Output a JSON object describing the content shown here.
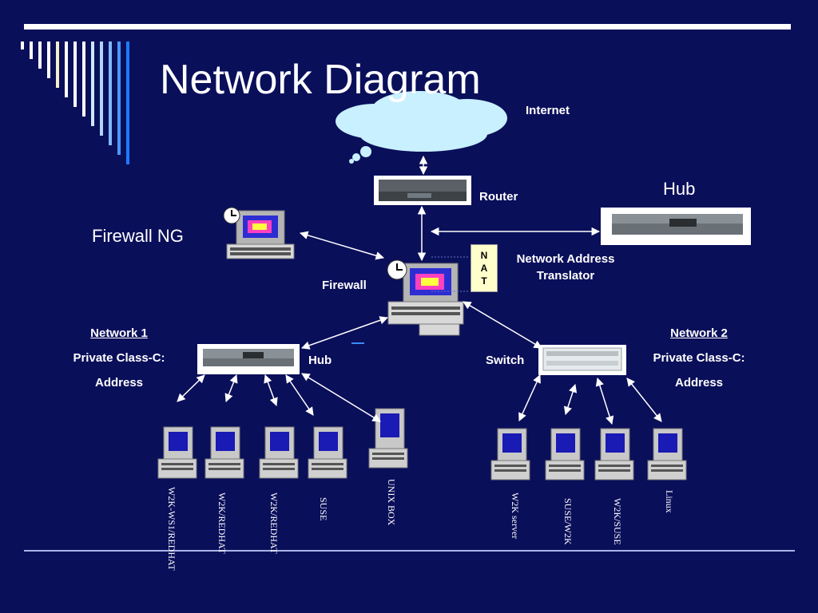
{
  "slide": {
    "title": "Network Diagram"
  },
  "labels": {
    "internet": "Internet",
    "router": "Router",
    "hub_top": "Hub",
    "firewall_ng": "Firewall NG",
    "firewall": "Firewall",
    "nat_letters": [
      "N",
      "A",
      "T"
    ],
    "nat_desc_line1": "Network Address",
    "nat_desc_line2": "Translator",
    "hub_left": "Hub",
    "switch": "Switch"
  },
  "networks": [
    {
      "name": "Network 1",
      "line2": "Private Class-C:",
      "line3": "Address"
    },
    {
      "name": "Network 2",
      "line2": "Private Class-C:",
      "line3": "Address"
    }
  ],
  "clients": [
    "W2K-WS1/REDHAT",
    "W2K/REDHAT",
    "W2K/REDHAT",
    "SUSE",
    "UNIX BOX",
    "W2K server",
    "SUSE/W2K",
    "W2K/SUSE",
    "Linux"
  ],
  "colors": {
    "background": "#0a0f5a",
    "bars": "#ffffff",
    "accent_bars": "#1e7bff",
    "cloud": "#c8f0ff"
  }
}
